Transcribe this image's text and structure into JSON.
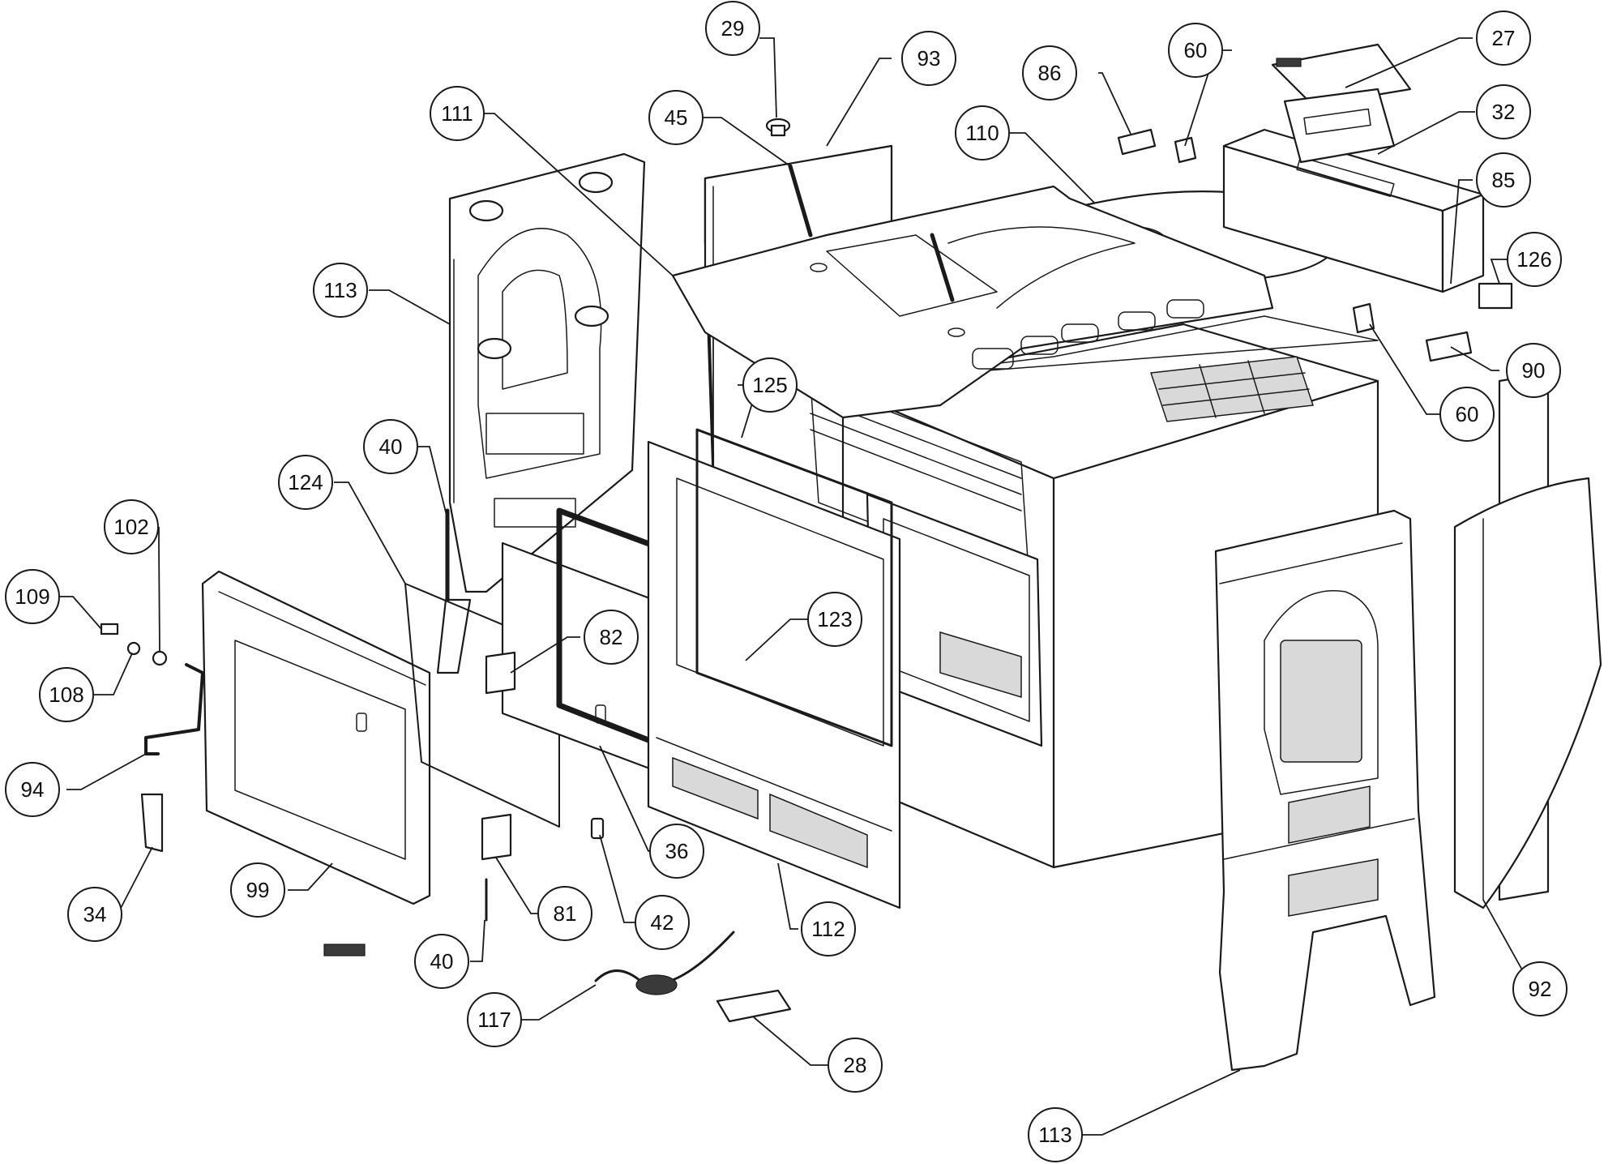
{
  "callouts": [
    {
      "label": "29"
    },
    {
      "label": "93"
    },
    {
      "label": "111"
    },
    {
      "label": "45"
    },
    {
      "label": "86"
    },
    {
      "label": "60"
    },
    {
      "label": "27"
    },
    {
      "label": "32"
    },
    {
      "label": "110"
    },
    {
      "label": "85"
    },
    {
      "label": "126"
    },
    {
      "label": "113"
    },
    {
      "label": "90"
    },
    {
      "label": "60"
    },
    {
      "label": "125"
    },
    {
      "label": "40"
    },
    {
      "label": "124"
    },
    {
      "label": "102"
    },
    {
      "label": "109"
    },
    {
      "label": "82"
    },
    {
      "label": "123"
    },
    {
      "label": "108"
    },
    {
      "label": "94"
    },
    {
      "label": "36"
    },
    {
      "label": "34"
    },
    {
      "label": "99"
    },
    {
      "label": "81"
    },
    {
      "label": "42"
    },
    {
      "label": "112"
    },
    {
      "label": "40"
    },
    {
      "label": "117"
    },
    {
      "label": "28"
    },
    {
      "label": "92"
    },
    {
      "label": "113"
    }
  ]
}
